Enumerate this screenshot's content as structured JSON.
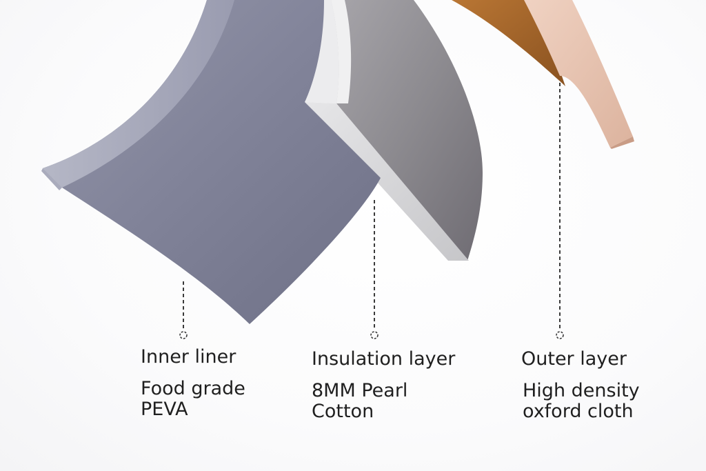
{
  "layers": [
    {
      "id": "inner",
      "title": "Inner liner",
      "desc_line1": "Food grade",
      "desc_line2": "PEVA",
      "color": "#7d7f93"
    },
    {
      "id": "insulation",
      "title": "Insulation layer",
      "desc_line1": "8MM Pearl",
      "desc_line2": "Cotton",
      "color": "#8e8c91"
    },
    {
      "id": "outer",
      "title": "Outer layer",
      "desc_line1": "High density",
      "desc_line2": "oxford cloth",
      "colors": [
        "#a9662a",
        "#e3bca8"
      ]
    }
  ],
  "colors": {
    "text": "#1f1f1f",
    "leader_line": "#3a3a3a",
    "background": "#ffffff"
  }
}
